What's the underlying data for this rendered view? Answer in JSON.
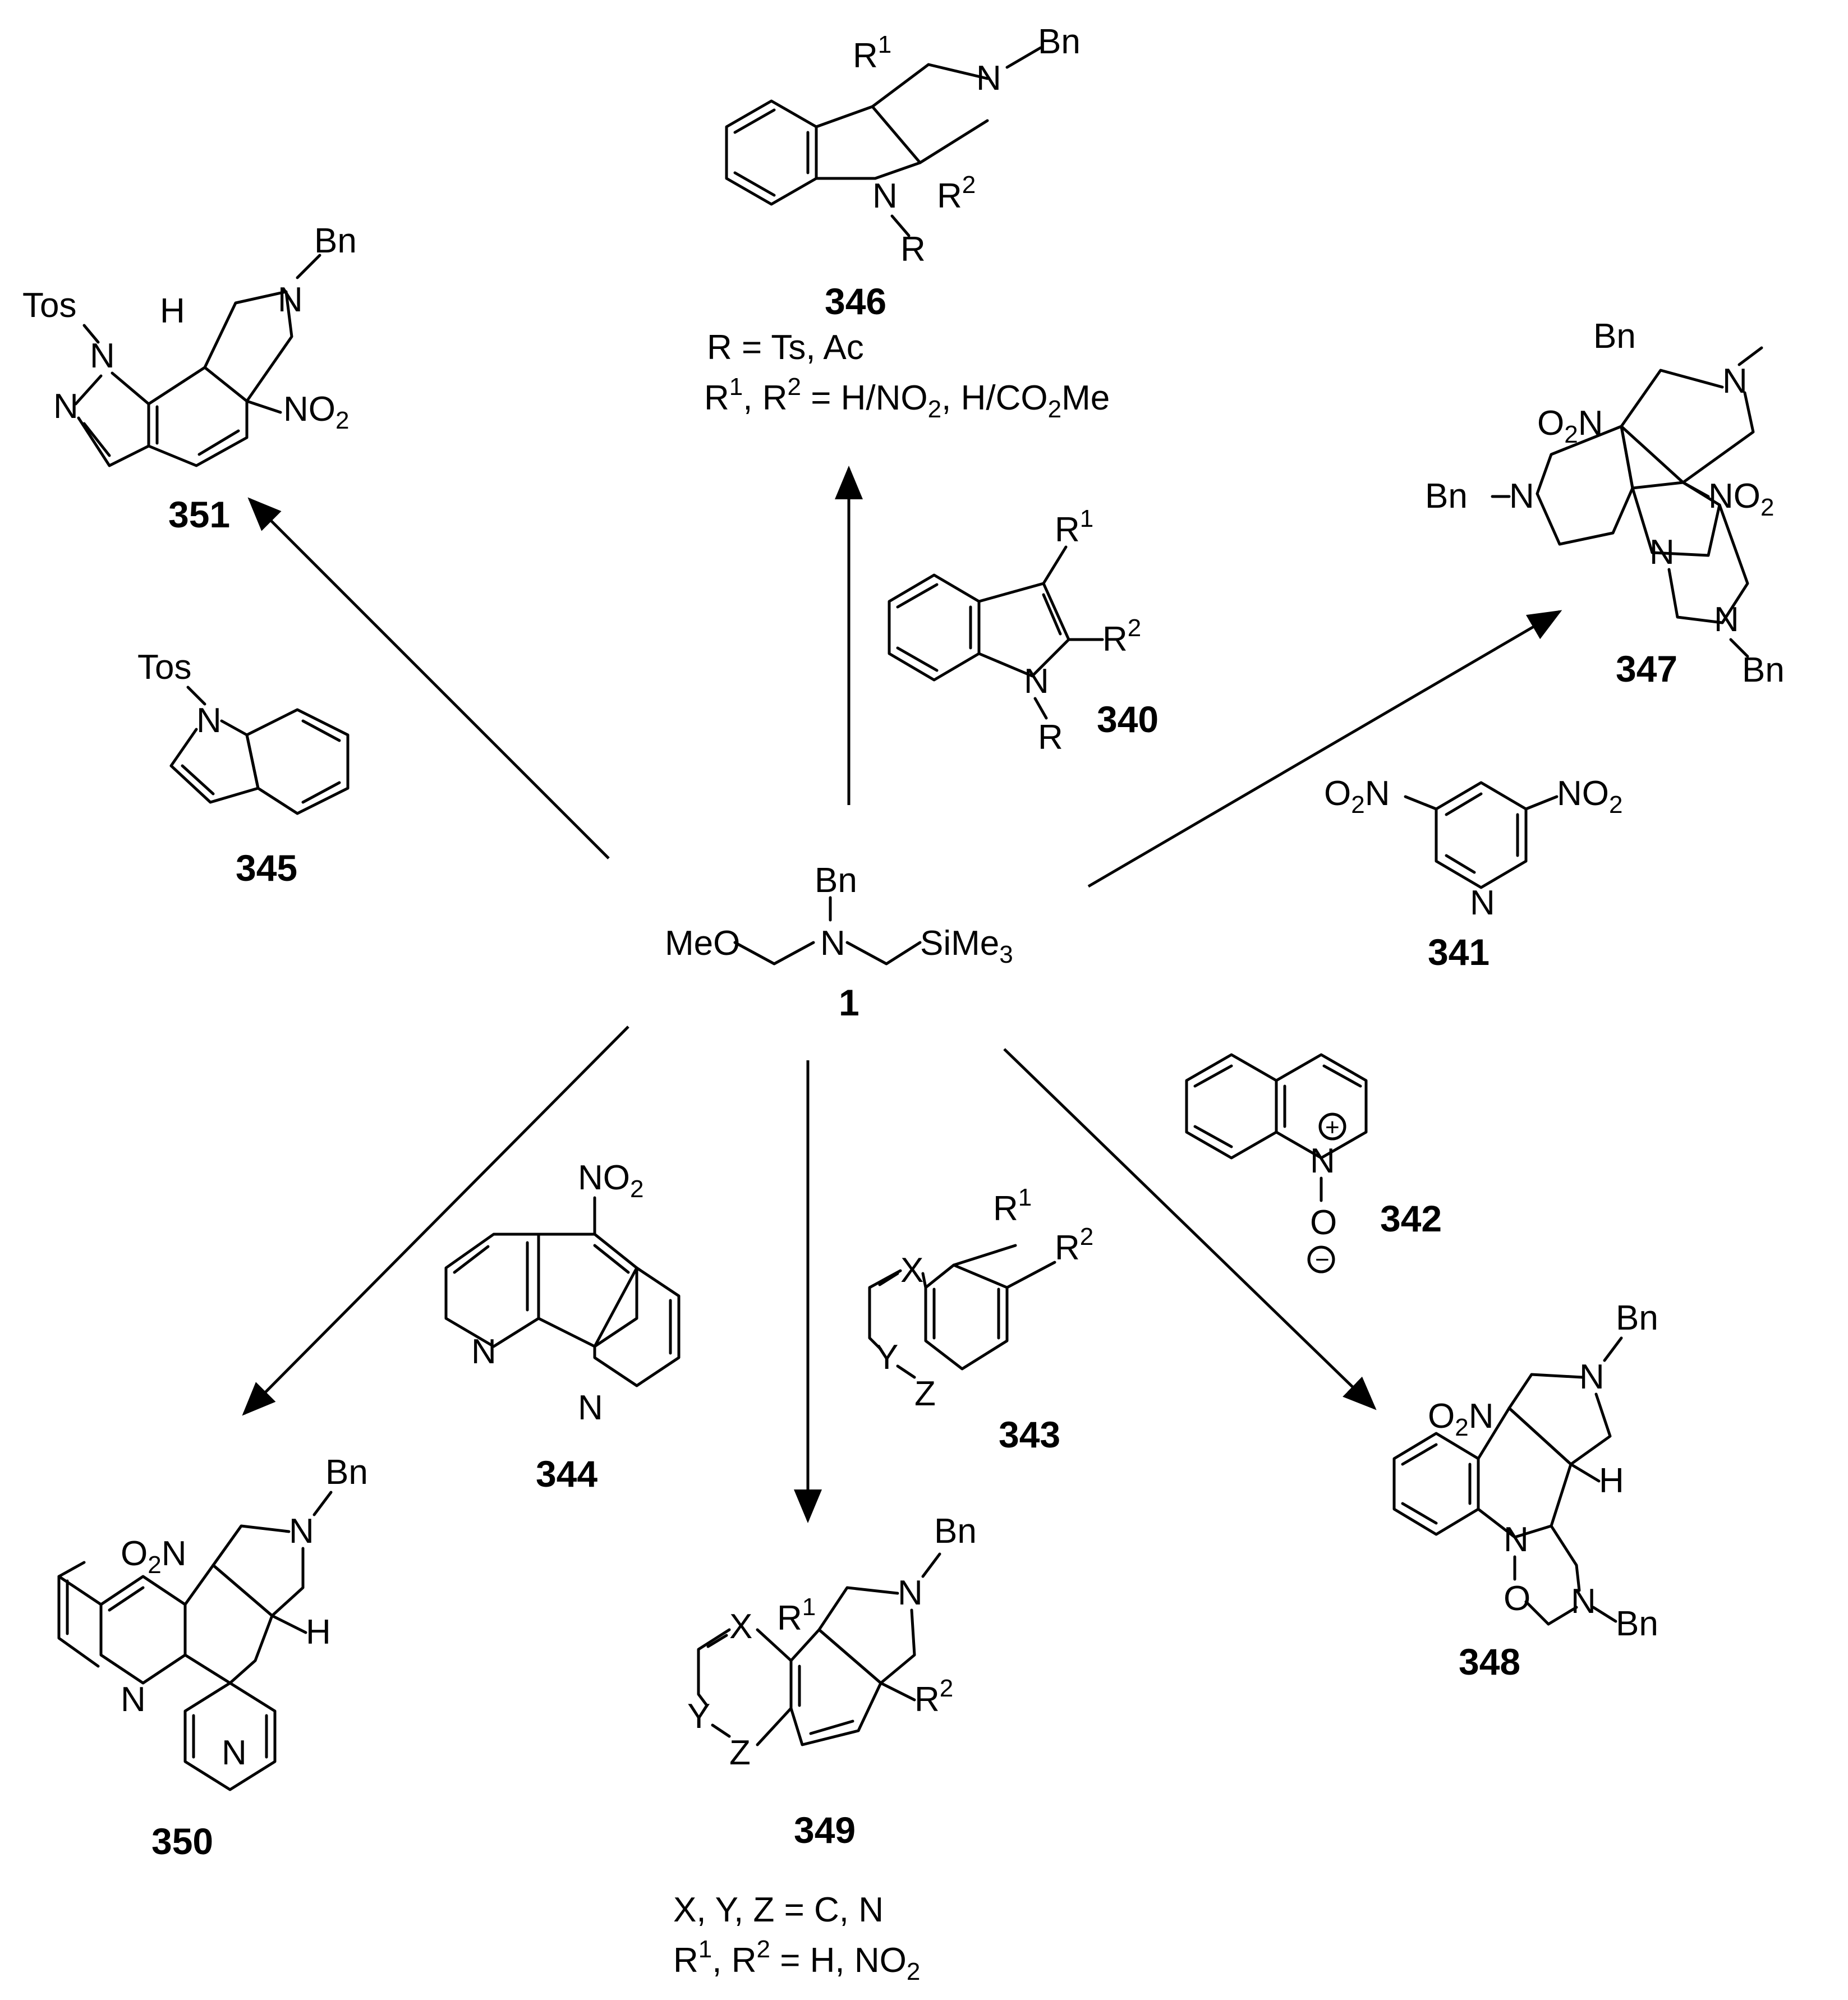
{
  "center": {
    "label": "1",
    "n_sub": "Bn",
    "left_group": "MeO",
    "right_group": "SiMe",
    "right_sub": "3"
  },
  "c346": {
    "label": "346",
    "r1": "R",
    "r1_sup": "1",
    "r2": "R",
    "r2_sup": "2",
    "n": "N",
    "n_r": "R",
    "bn_n": "N",
    "bn": "Bn",
    "cond1": "R = Ts, Ac",
    "cond2_a": "R",
    "cond2_sup1": "1",
    "cond2_b": ", R",
    "cond2_sup2": "2",
    "cond2_c": " = H/NO",
    "cond2_sub1": "2",
    "cond2_d": ", H/CO",
    "cond2_sub2": "2",
    "cond2_e": "Me"
  },
  "c340": {
    "label": "340",
    "r1": "R",
    "r1_sup": "1",
    "r2": "R",
    "r2_sup": "2",
    "n": "N",
    "r": "R"
  },
  "c351": {
    "label": "351",
    "tos": "Tos",
    "n1": "N",
    "n2": "N",
    "h": "H",
    "bn_n": "N",
    "bn": "Bn",
    "no2": "NO",
    "no2_sub": "2"
  },
  "c345": {
    "label": "345",
    "tos": "Tos",
    "n": "N"
  },
  "c347": {
    "label": "347",
    "o2n": "O",
    "o2n_sub": "2",
    "o2n_n": "N",
    "no2": "NO",
    "no2_sub": "2",
    "bn_top": "Bn",
    "n_top": "N",
    "bn_left": "Bn",
    "n_left": "N",
    "n_mid": "N",
    "n_bot": "N",
    "bn_bot": "Bn"
  },
  "c341": {
    "label": "341",
    "left_o": "O",
    "left_sub": "2",
    "left_n": "N",
    "right": "NO",
    "right_sub": "2",
    "n": "N"
  },
  "c342": {
    "label": "342",
    "n": "N",
    "plus": "+",
    "o": "O",
    "minus": "−"
  },
  "c343": {
    "label": "343",
    "x": "X",
    "y": "Y",
    "z": "Z",
    "r1": "R",
    "r1_sup": "1",
    "r2": "R",
    "r2_sup": "2"
  },
  "c344": {
    "label": "344",
    "no2": "NO",
    "no2_sub": "2",
    "n1": "N",
    "n2": "N"
  },
  "c348": {
    "label": "348",
    "o2n": "O",
    "o2n_sub": "2",
    "o2n_n": "N",
    "n_top": "N",
    "bn_top": "Bn",
    "h": "H",
    "n_ring": "N",
    "o": "O",
    "n_bot": "N",
    "bn_bot": "Bn"
  },
  "c349": {
    "label": "349",
    "r1": "R",
    "r1_sup": "1",
    "r2": "R",
    "r2_sup": "2",
    "x": "X",
    "y": "Y",
    "z": "Z",
    "n": "N",
    "bn": "Bn",
    "cond1": "X, Y, Z = C, N",
    "cond2_a": "R",
    "cond2_sup1": "1",
    "cond2_b": ", R",
    "cond2_sup2": "2",
    "cond2_c": " = H, NO",
    "cond2_sub": "2"
  },
  "c350": {
    "label": "350",
    "o2n": "O",
    "o2n_sub": "2",
    "o2n_n": "N",
    "n_top": "N",
    "bn": "Bn",
    "h": "H",
    "n1": "N",
    "n2": "N"
  }
}
